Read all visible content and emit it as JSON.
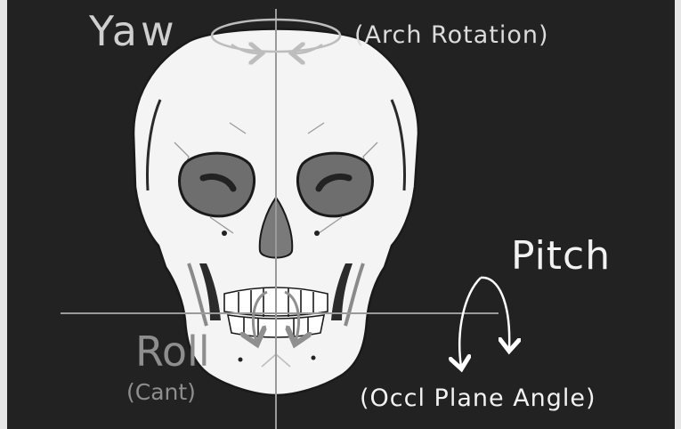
{
  "labels": {
    "yaw": "Yaw",
    "yaw_sub": "(Arch Rotation)",
    "pitch": "Pitch",
    "pitch_sub": "(Occl Plane Angle)",
    "roll": "Roll",
    "roll_sub": "(Cant)"
  },
  "colors": {
    "background": "#222222",
    "frame": "#e6e6e6",
    "bone": "#f4f4f4",
    "orbit_shade": "#6e6e6e",
    "nasal_shade": "#7a7a7a",
    "axis_line": "#9a9a9a",
    "pitch_arrow": "#ffffff",
    "yaw_arrow": "#bdbdbd",
    "roll_arrow": "#8f8f8f"
  }
}
